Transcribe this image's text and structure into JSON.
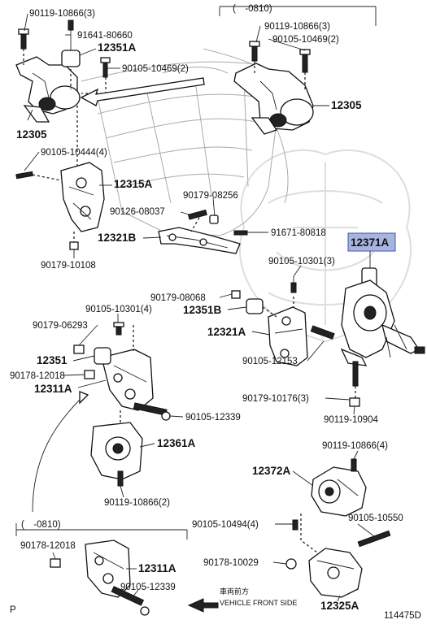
{
  "diagram": {
    "labels": {
      "l01": "90119-10866(3)",
      "l02": "91641-80660",
      "l03": "12351A",
      "l04": "90105-10469(2)",
      "l05": "12305",
      "l06": "(　-0810)",
      "l07": "90119-10866(3)",
      "l08": "90105-10469(2)",
      "l09": "12305",
      "l10": "90105-10444(4)",
      "l11": "12315A",
      "l12": "90179-08256",
      "l13": "90126-08037",
      "l14": "12321B",
      "l15": "91671-80818",
      "l16": "90179-10108",
      "l17": "12371A",
      "l18": "90105-10301(3)",
      "l19": "90179-08068",
      "l20": "12351B",
      "l21": "90105-10301(4)",
      "l22": "90179-06293",
      "l23": "12321A",
      "l24": "90105-12153",
      "l25": "12351",
      "l26": "90178-12018",
      "l27": "12311A",
      "l28": "90179-10176(3)",
      "l29": "90105-12339",
      "l30": "90119-10904",
      "l31": "12361A",
      "l32": "90119-10866(4)",
      "l33": "12372A",
      "l34": "90119-10866(2)",
      "l35": "(　-0810)",
      "l36": "90105-10494(4)",
      "l37": "90105-10550",
      "l38": "90178-12018",
      "l39": "12311A",
      "l40": "90178-10029",
      "l41": "90105-12339",
      "l42": "車両前方",
      "l43": "VEHICLE FRONT SIDE",
      "l44": "12325A",
      "l45": "P",
      "l46": "114475D"
    },
    "highlight_color": "#a8b4e0",
    "icons": [
      "arrow-left-icon",
      "mount-bracket-icon",
      "bolt-icon",
      "nut-icon",
      "insulator-icon"
    ]
  }
}
